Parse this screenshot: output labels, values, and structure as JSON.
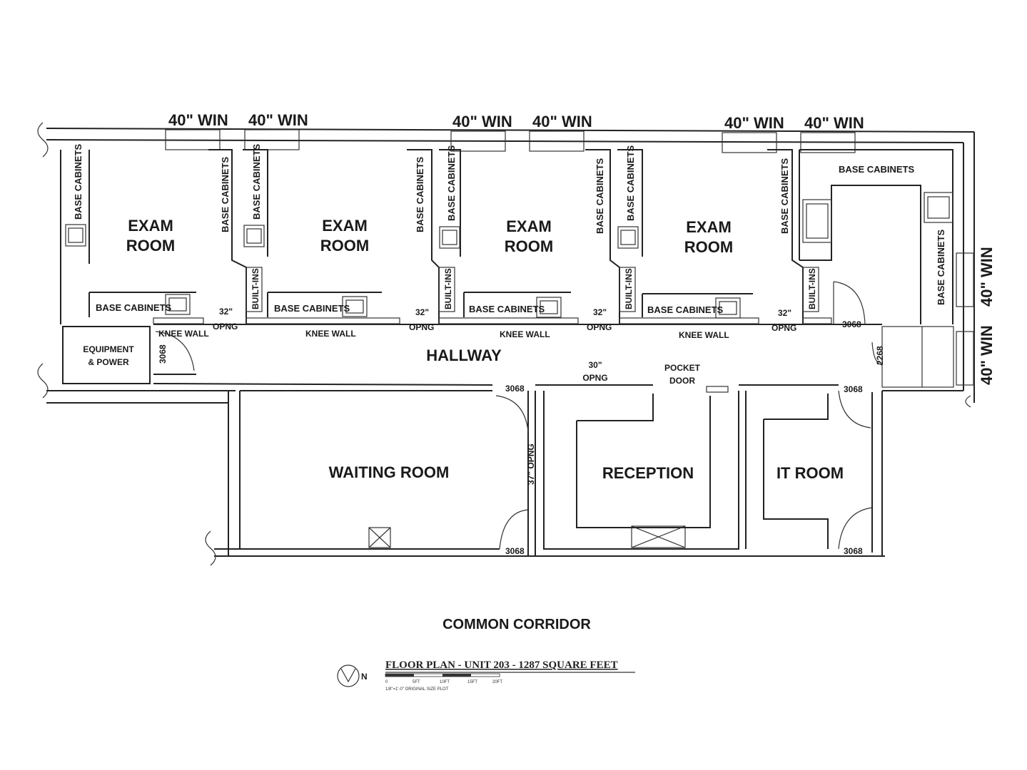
{
  "windows": {
    "top": "40\" WIN",
    "side": "40\" WIN"
  },
  "rooms": {
    "exam": [
      "EXAM",
      "ROOM"
    ],
    "hallway": "HALLWAY",
    "equipment": [
      "EQUIPMENT",
      "& POWER"
    ],
    "waiting": "WAITING ROOM",
    "reception": "RECEPTION",
    "it": "IT ROOM"
  },
  "fixtures": {
    "base_cabinets": "BASE CABINETS",
    "built_ins": "BUILT-INS",
    "knee_wall": "KNEE WALL",
    "opng_32": "32\"",
    "opng_30": "30\"",
    "opng": "OPNG",
    "opng_37": "37\" OPNG",
    "pocket": "POCKET",
    "door": "DOOR"
  },
  "doors": {
    "d3068": "3068",
    "d2268": "2268"
  },
  "corridor": "COMMON CORRIDOR",
  "plan_title": "FLOOR PLAN - UNIT 203 - 1287 SQUARE FEET",
  "scale_ticks": [
    "0",
    "5FT",
    "10FT",
    "15FT",
    "20FT"
  ],
  "scale_note": "1/8\"=1'-0\"  ORIGINAL SIZE PLOT",
  "north": "N"
}
